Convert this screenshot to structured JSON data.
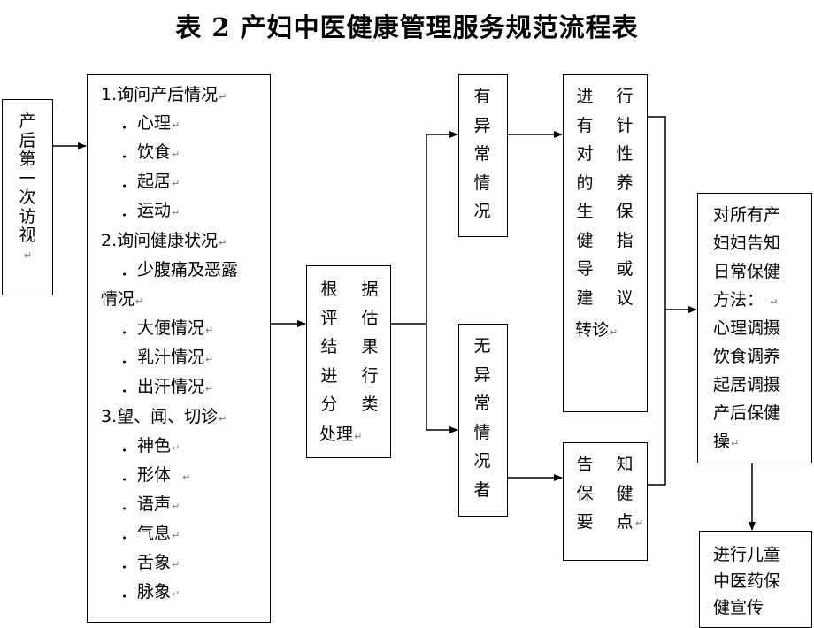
{
  "title": "表 2 产妇中医健康管理服务规范流程表",
  "return_mark": "↵",
  "visit_box": {
    "chars": [
      "产",
      "后",
      "第",
      "一",
      "次",
      "访",
      "视"
    ]
  },
  "inquiry_box": {
    "lines": [
      "1.询问产后情况",
      "．心理",
      "．饮食",
      "．起居",
      "．运动",
      "2.询问健康状况",
      "．少腹痛及恶露",
      "情况",
      "．大便情况",
      "．乳汁情况",
      "．出汗情况",
      "3.望、闻、切诊",
      "．神色",
      "．形体",
      "．语声",
      "．气息",
      "．舌象",
      "．脉象"
    ]
  },
  "classify_box": {
    "col_left": [
      "根",
      "评",
      "结",
      "进",
      "分"
    ],
    "col_right": [
      "据",
      "估",
      "果",
      "行",
      "类"
    ],
    "last_line": "处理"
  },
  "abnormal_box": {
    "chars": [
      "有",
      "异",
      "常",
      "情",
      "况"
    ]
  },
  "normal_box": {
    "chars": [
      "无",
      "异",
      "常",
      "情",
      "况",
      "者"
    ]
  },
  "guidance_box": {
    "col_left": [
      "进",
      "有",
      "对",
      "的",
      "生",
      "健",
      "导",
      "建"
    ],
    "col_right": [
      "行",
      "针",
      "性",
      "养",
      "保",
      "指",
      "或",
      "议"
    ],
    "last_line": "转诊"
  },
  "inform_box": {
    "col_left": [
      "告",
      "保",
      "要"
    ],
    "col_right": [
      "知",
      "健",
      "点"
    ]
  },
  "all_mothers_box": {
    "lines": [
      "对所有产",
      "妇妇告知",
      "日常保健",
      "方法：",
      "心理调摄",
      "饮食调养",
      "起居调摄",
      "产后保健",
      "操"
    ]
  },
  "child_box": {
    "lines": [
      "进行儿童",
      "中医药保",
      "健宣传"
    ]
  }
}
